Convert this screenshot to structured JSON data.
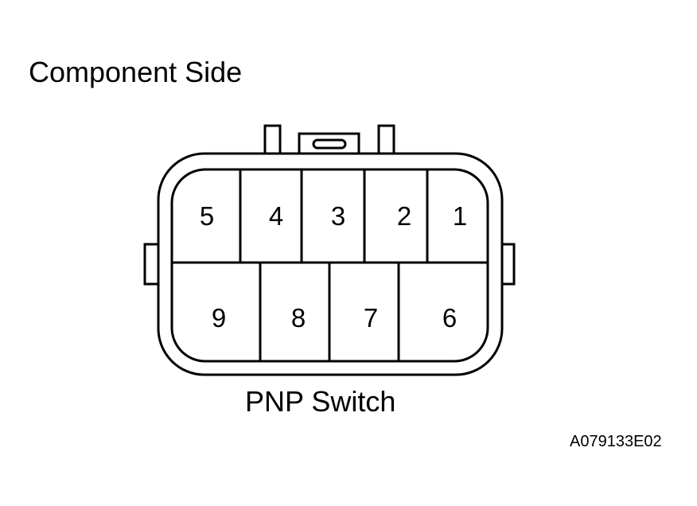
{
  "diagram": {
    "heading": "Component Side",
    "caption": "PNP Switch",
    "figure_code": "A079133E02",
    "top_row_pins": [
      "5",
      "4",
      "3",
      "2",
      "1"
    ],
    "bottom_row_pins": [
      "9",
      "8",
      "7",
      "6"
    ]
  }
}
